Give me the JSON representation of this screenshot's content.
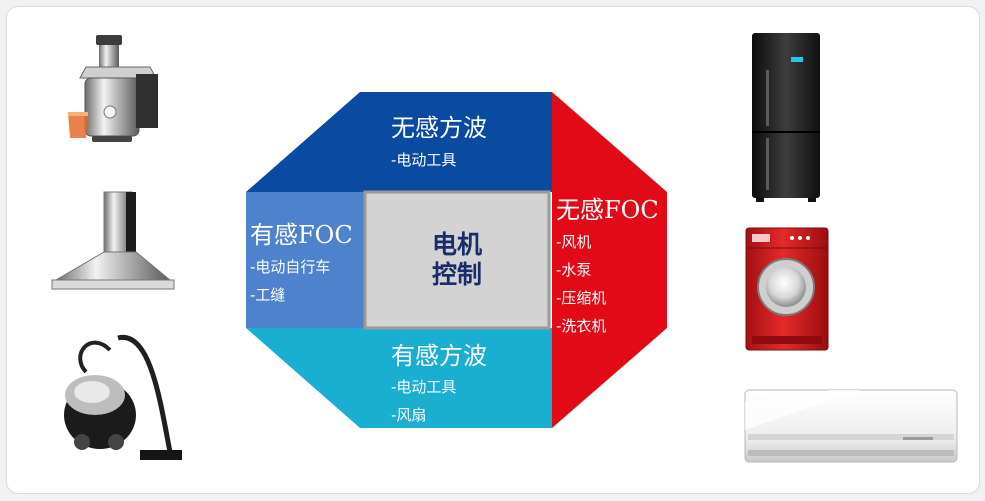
{
  "center": {
    "line1": "电机",
    "line2": "控制"
  },
  "segments": {
    "top": {
      "title": "无感方波",
      "items": [
        "-电动工具"
      ],
      "color": "#0b4aa1"
    },
    "right": {
      "title": "无感FOC",
      "items": [
        "-风机",
        "-水泵",
        "-压缩机",
        "-洗衣机"
      ],
      "color": "#e20a16"
    },
    "left": {
      "title": "有感FOC",
      "items": [
        "-电动自行车",
        "-工缝"
      ],
      "color": "#4e82cc"
    },
    "bottom": {
      "title": "有感方波",
      "items": [
        "-电动工具",
        "-风扇"
      ],
      "color": "#1aaed0"
    }
  },
  "center_color": "#d3d3d3",
  "appliances": {
    "left": [
      "juicer-icon",
      "range-hood-icon",
      "vacuum-cleaner-icon"
    ],
    "right": [
      "refrigerator-icon",
      "washing-machine-icon",
      "air-conditioner-icon"
    ]
  }
}
